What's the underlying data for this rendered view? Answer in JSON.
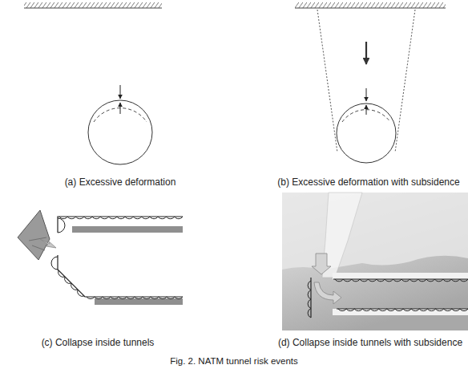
{
  "diagram": {
    "caption": "Fig. 2. NATM tunnel risk events",
    "labels": [
      "(a) Excessive deformation",
      "(b) Excessive deformation with subsidence",
      "(c) Collapse inside tunnels",
      "(d) Collapse inside tunnels with subsidence"
    ]
  }
}
